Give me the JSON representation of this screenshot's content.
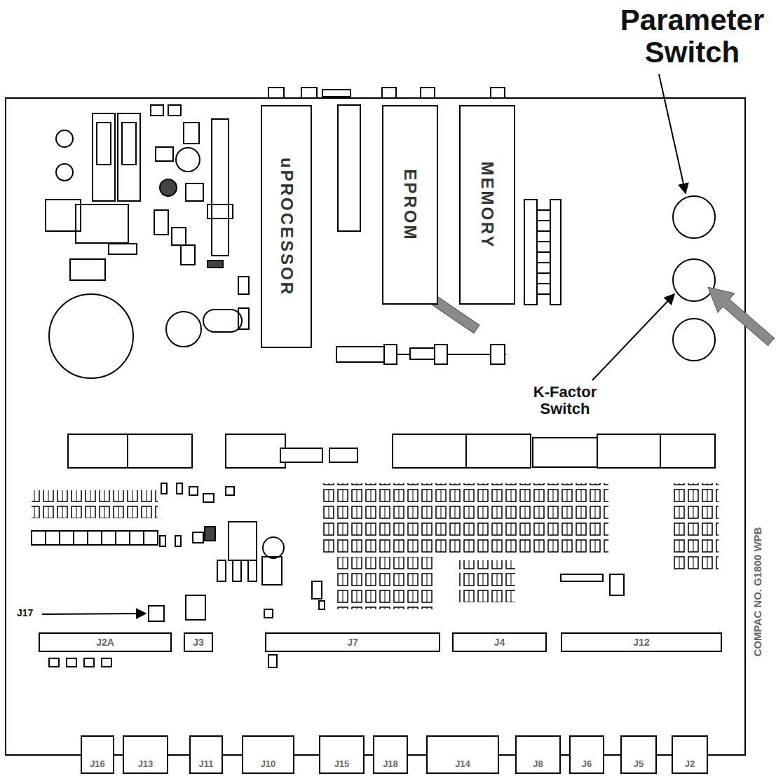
{
  "diagram": {
    "nodes": [
      {
        "text": [
          "uPROCESSOR"
        ]
      },
      {
        "text": [
          "EPROM"
        ]
      },
      {
        "text": [
          "MEMORY"
        ]
      },
      {
        "text": [
          "J2A"
        ]
      },
      {
        "text": [
          "J3"
        ]
      },
      {
        "text": [
          "J7"
        ]
      },
      {
        "text": [
          "J4"
        ]
      },
      {
        "text": [
          "J12"
        ]
      },
      {
        "text": [
          "J16"
        ]
      },
      {
        "text": [
          "J13"
        ]
      },
      {
        "text": [
          "J11"
        ]
      },
      {
        "text": [
          "J10"
        ]
      },
      {
        "text": [
          "J15"
        ]
      },
      {
        "text": [
          "J18"
        ]
      },
      {
        "text": [
          "J14"
        ]
      },
      {
        "text": [
          "J8"
        ]
      },
      {
        "text": [
          "J6"
        ]
      },
      {
        "text": [
          "J5"
        ]
      },
      {
        "text": [
          "J2"
        ]
      }
    ],
    "labels": [
      "Parameter Switch",
      "K-Factor Switch",
      "J17",
      "COMPAC NO. G1800 WPB"
    ]
  }
}
